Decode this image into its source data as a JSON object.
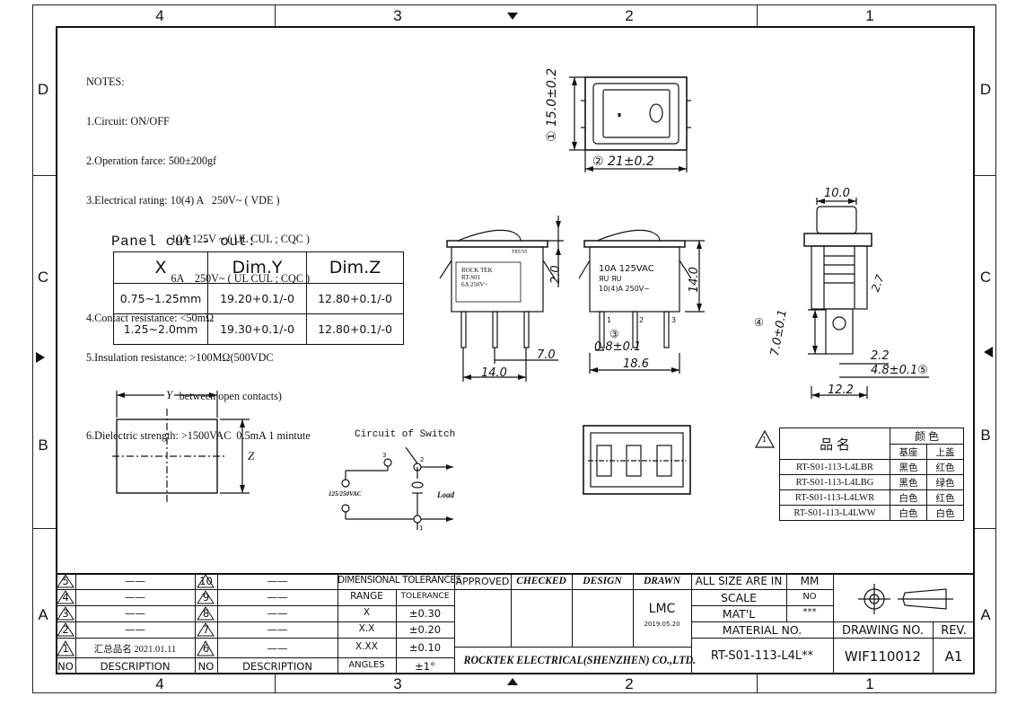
{
  "zones": {
    "columns": [
      "4",
      "3",
      "2",
      "1"
    ],
    "rows": [
      "D",
      "C",
      "B",
      "A"
    ]
  },
  "notes": {
    "heading": "NOTES:",
    "lines": [
      "1.Circuit: ON/OFF",
      "2.Operation farce: 500±200gf",
      "3.Electrical rating: 10(4) A   250V~ ( VDE )",
      "                               10A 125V ~ ( UL CUL ; CQC )",
      "                               6A    250V~ ( UL CUL ; CQC )",
      "4.Contact resistance: <50mΩ",
      "5.Insulation resistance: >100MΩ(500VDC",
      "                                  between open contacts)",
      "6.Dielectric strength: >1500VAC  0.5mA 1 mintute"
    ]
  },
  "panel_cut": {
    "title": "Panel cut - out:",
    "headers": [
      "X",
      "Dim.Y",
      "Dim.Z"
    ],
    "rows": [
      [
        "0.75~1.25mm",
        "19.20+0.1/-0",
        "12.80+0.1/-0"
      ],
      [
        "1.25~2.0mm",
        "19.30+0.1/-0",
        "12.80+0.1/-0"
      ]
    ]
  },
  "dimensions": {
    "height_15": "15.0±0.2",
    "width_21": "21±0.2",
    "circle_1": "①",
    "circle_2": "②",
    "circle_3": "③",
    "circle_4": "④",
    "circle_5": "⑤",
    "d_20": "2.0",
    "d_70": "7.0",
    "d_140": "14.0",
    "d_140v": "14.0",
    "d_08": "0.8±0.1",
    "d_186": "18.6",
    "d_100": "10.0",
    "d_27": "2.7",
    "d_70b": "7.0±0.1",
    "d_22": "2.2",
    "d_48": "4.8±0.1",
    "d_122": "12.2",
    "cut_y": "Y",
    "cut_z": "Z"
  },
  "switch_labels": {
    "left_body": [
      "ROCK TEK",
      "RT-S01",
      "6A 250V~"
    ],
    "left_top": "T85/55",
    "right_body": [
      "10A 125VAC",
      "ЯU ЯU",
      "10(4)A 250V~"
    ],
    "pins": [
      "1",
      "2",
      "3"
    ]
  },
  "circuit": {
    "title": "Circuit of Switch",
    "voltage": "125/250VAC",
    "load": "Load",
    "pins": [
      "3",
      "2",
      "1"
    ]
  },
  "color_table": {
    "headers": [
      "品   名",
      "颜      色"
    ],
    "subheaders": [
      "基座",
      "上盖"
    ],
    "rows": [
      [
        "RT-S01-113-L4LBR",
        "黑色",
        "红色"
      ],
      [
        "RT-S01-113-L4LBG",
        "黑色",
        "绿色"
      ],
      [
        "RT-S01-113-L4LWR",
        "白色",
        "红色"
      ],
      [
        "RT-S01-113-L4LWW",
        "白色",
        "白色"
      ]
    ],
    "marker": "1"
  },
  "title_block": {
    "rev_rows": [
      {
        "no": "5",
        "desc": "——",
        "no2": "10",
        "desc2": "——"
      },
      {
        "no": "4",
        "desc": "——",
        "no2": "9",
        "desc2": "——"
      },
      {
        "no": "3",
        "desc": "——",
        "no2": "8",
        "desc2": "——"
      },
      {
        "no": "2",
        "desc": "——",
        "no2": "7",
        "desc2": "——"
      },
      {
        "no": "1",
        "desc": "汇总品名   2021.01.11",
        "no2": "6",
        "desc2": "——"
      }
    ],
    "no_label": "NO",
    "desc_label": "DESCRIPTION",
    "dim_tol": "DIMENSIONAL TOLERANCES",
    "tol_rows": [
      [
        "RANGE",
        "TOLERANCE"
      ],
      [
        "X",
        "±0.30"
      ],
      [
        "X.X",
        "±0.20"
      ],
      [
        "X.XX",
        "±0.10"
      ],
      [
        "ANGLES",
        "±1°"
      ]
    ],
    "approved": "APPROVED",
    "checked": "CHECKED",
    "design": "DESIGN",
    "drawn": "DRAWN",
    "drawn_by": "LMC",
    "drawn_date": "2019.05.20",
    "company": "ROCKTEK ELECTRICAL(SHENZHEN) CO.,LTD.",
    "size_in": "ALL SIZE ARE IN",
    "size_unit": "MM",
    "scale": "SCALE",
    "scale_val": "NO",
    "material": "MAT'L",
    "material_val": "***",
    "material_no": "MATERIAL NO.",
    "material_no_val": "RT-S01-113-L4L**",
    "drawing_no": "DRAWING NO.",
    "drawing_no_val": "WIF110012",
    "rev": "REV.",
    "rev_val": "A1"
  }
}
